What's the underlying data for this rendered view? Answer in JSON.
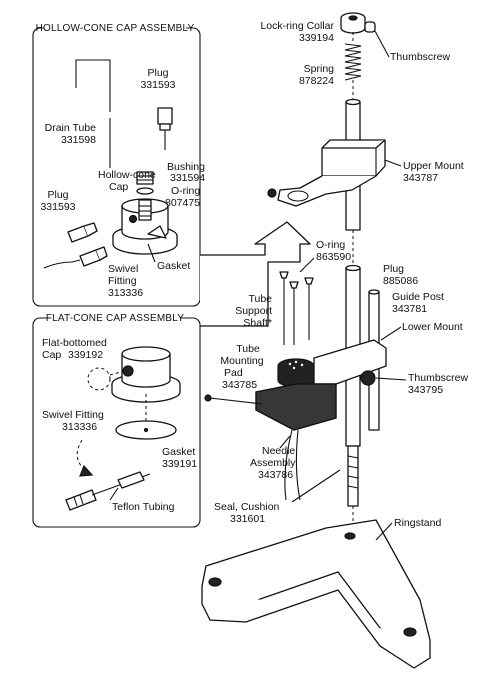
{
  "panels": {
    "hollow_cone": "HOLLOW-CONE CAP ASSEMBLY",
    "flat_cone": "FLAT-CONE CAP ASSEMBLY"
  },
  "hollow": {
    "plug_top_name": "Plug",
    "plug_top_num": "331593",
    "drain_name": "Drain Tube",
    "drain_num": "331598",
    "bushing_name": "Bushing",
    "bushing_num": "331594",
    "cap_name": "Hollow-cone",
    "cap_name2": "Cap",
    "oring_name": "O-ring",
    "oring_num": "807475",
    "plug_left_name": "Plug",
    "plug_left_num": "331593",
    "gasket": "Gasket",
    "swivel_name": "Swivel",
    "swivel_name2": "Fitting",
    "swivel_num": "313336"
  },
  "flat": {
    "cap_name": "Flat-bottomed",
    "cap_name2": "Cap",
    "cap_num": "339192",
    "swivel_name": "Swivel Fitting",
    "swivel_num": "313336",
    "gasket_name": "Gasket",
    "gasket_num": "339191",
    "tubing": "Teflon Tubing"
  },
  "main": {
    "collar_name": "Lock-ring Collar",
    "collar_num": "339194",
    "thumbscrew_top": "Thumbscrew",
    "spring_name": "Spring",
    "spring_num": "878224",
    "upper_mount_name": "Upper Mount",
    "upper_mount_num": "343787",
    "oring_name": "O-ring",
    "oring_num": "863590",
    "plug_name": "Plug",
    "plug_num": "885086",
    "guide_name": "Guide Post",
    "guide_num": "343781",
    "lower_mount": "Lower Mount",
    "tss_1": "Tube",
    "tss_2": "Support",
    "tss_3": "Shaft*",
    "pad_1": "Tube",
    "pad_2": "Mounting",
    "pad_3": "Pad",
    "pad_num": "343785",
    "thumbscrew_low_name": "Thumbscrew",
    "thumbscrew_low_num": "343795",
    "needle_1": "Needle",
    "needle_2": "Assembly",
    "needle_num": "343786",
    "seal_name": "Seal, Cushion",
    "seal_num": "331601",
    "ringstand": "Ringstand"
  }
}
